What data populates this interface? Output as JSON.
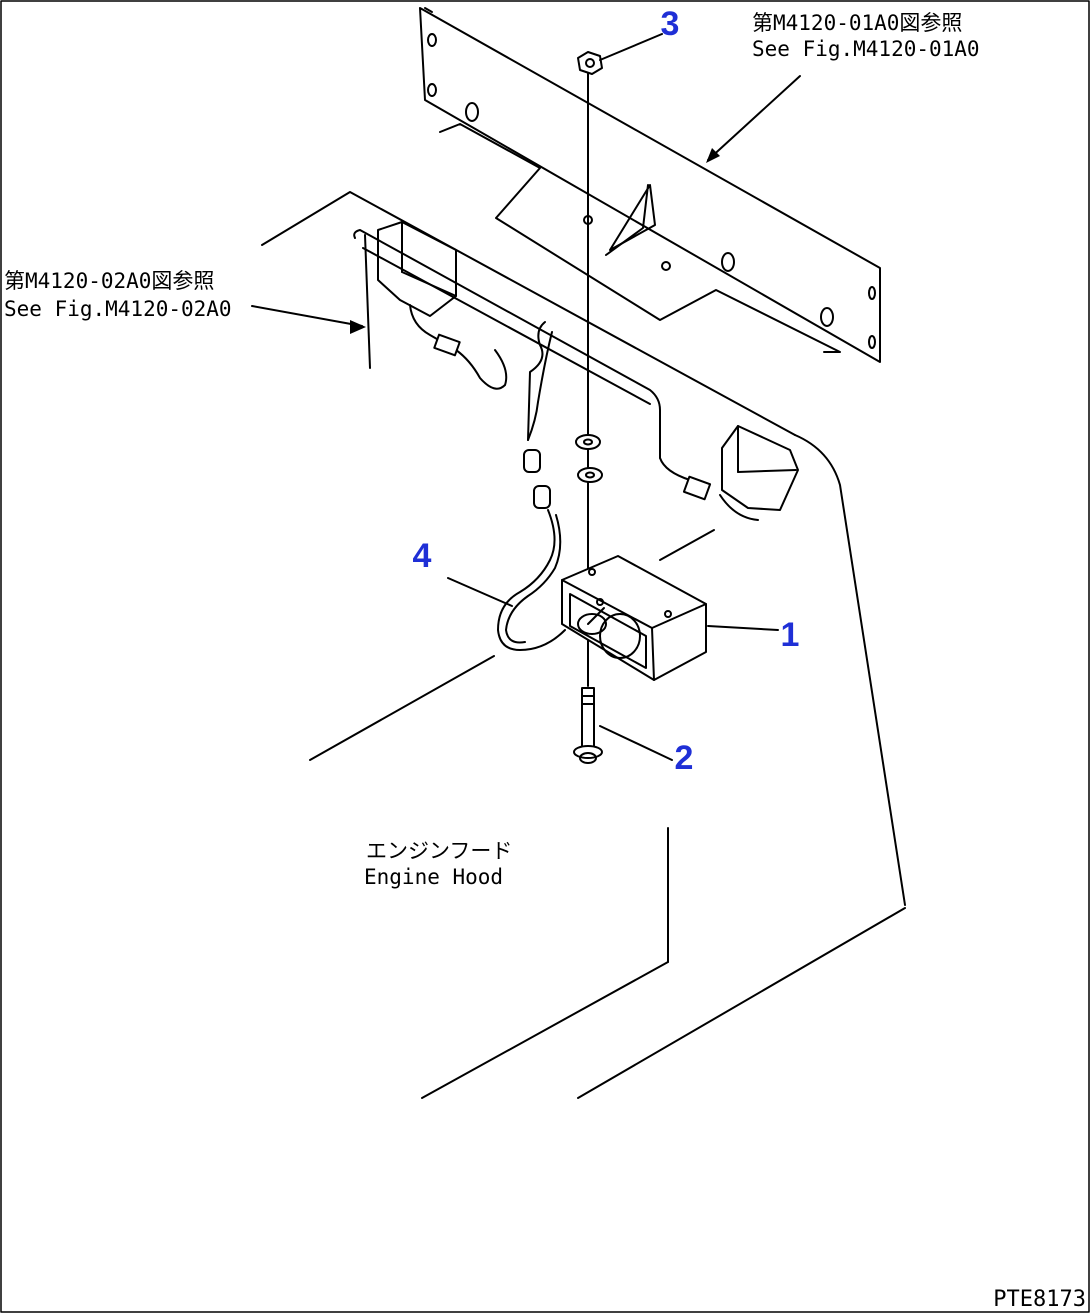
{
  "callouts": [
    {
      "num": "1",
      "color": "#1f2fd6"
    },
    {
      "num": "2",
      "color": "#1f2fd6"
    },
    {
      "num": "3",
      "color": "#1f2fd6"
    },
    {
      "num": "4",
      "color": "#1f2fd6"
    }
  ],
  "labels": {
    "ref_top_jp": "第M4120-01A0図参照",
    "ref_top_en": "See Fig.M4120-01A0",
    "ref_left_jp": "第M4120-02A0図参照",
    "ref_left_en": "See Fig.M4120-02A0",
    "hood_jp": "エンジンフード",
    "hood_en": "Engine Hood",
    "figure_code": "PTE8173"
  },
  "colors": {
    "line": "#000000",
    "callout": "#1f2fd6",
    "background": "#ffffff"
  }
}
